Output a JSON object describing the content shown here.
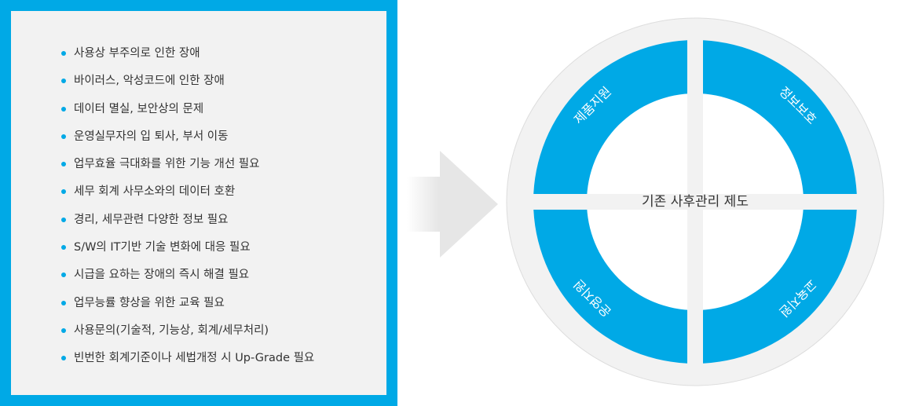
{
  "issues": [
    "사용상 부주의로 인한 장애",
    "바이러스, 악성코드에 인한 장애",
    "데이터 멸실, 보안상의 문제",
    "운영실무자의 입 퇴사, 부서 이동",
    "업무효율 극대화를 위한 기능 개선 필요",
    "세무 회계 사무소와의 데이터 호환",
    "경리, 세무관련 다양한 정보 필요",
    "S/W의 IT기반 기술 변화에 대응 필요",
    "시급을 요하는 장애의 즉시 해결 필요",
    "업무능률 향상을 위한 교육 필요",
    "사용문의(기술적, 기능상, 회계/세무처리)",
    "빈번한 회계기준이나 세법개정 시 Up-Grade 필요"
  ],
  "diagram": {
    "center_label": "기존 사후관리 제도",
    "segments": {
      "top_left": "제품지원",
      "top_right": "정보보호",
      "bottom_left": "운영지원",
      "bottom_right": "교육지원"
    }
  },
  "colors": {
    "accent": "#00a9e6",
    "panel_bg": "#f2f2f2",
    "outer_ring": "#f2f2f2",
    "arrow": "#e6e6e6",
    "text": "#333333"
  }
}
